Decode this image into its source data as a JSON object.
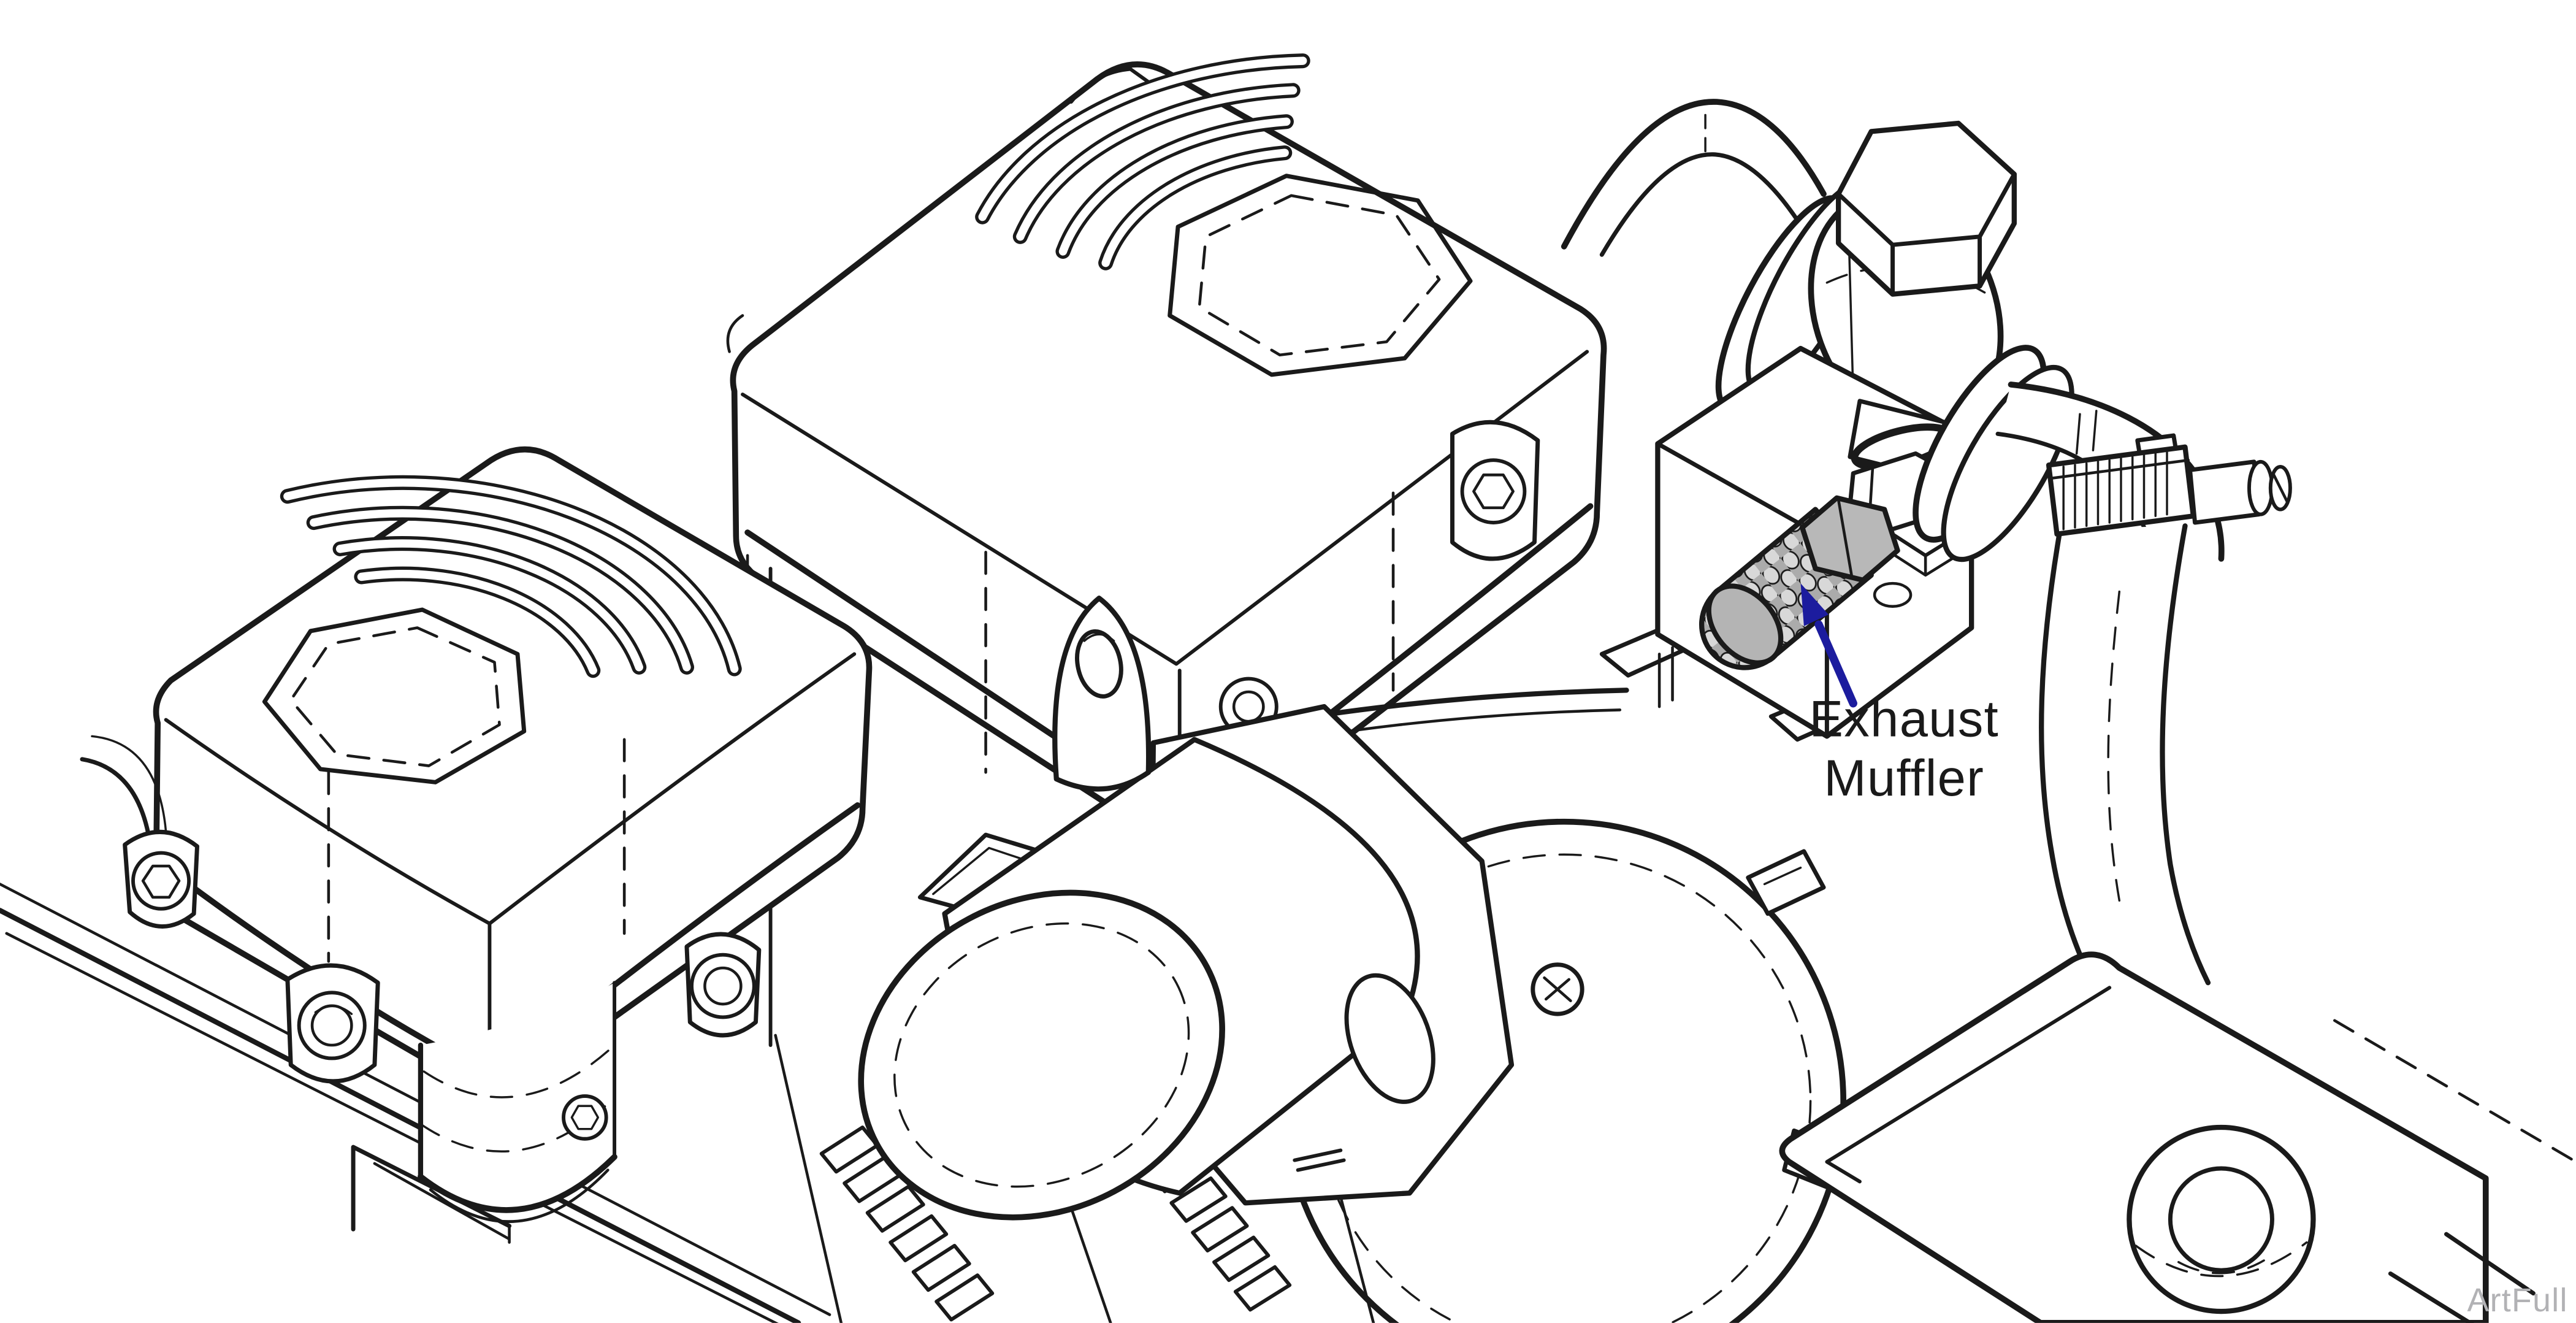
{
  "callout": {
    "line1": "Exhaust",
    "line2": "Muffler",
    "arrow_color": "#1c1c9e",
    "text_color": "#1a1a1a"
  },
  "watermark": {
    "text": "ArtFull",
    "color": "#b2b2b5"
  },
  "palette": {
    "background": "#ffffff",
    "line": "#1a1a1a",
    "muffler_body": "#ababab",
    "muffler_dots": "#d8d8d8",
    "muffler_nut": "#b8b8b8"
  }
}
